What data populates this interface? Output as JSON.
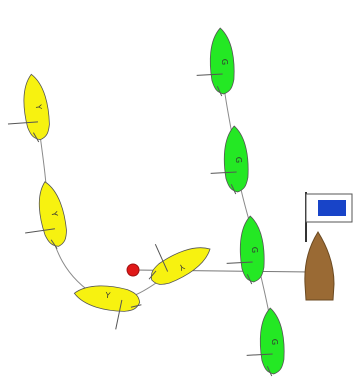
{
  "colors": {
    "yellow_boat": "#f7f210",
    "green_boat": "#24e824",
    "committee_boat": "#9a6a34",
    "flag_blue": "#1844c8",
    "mark": "#e01818",
    "wake_line": "#8a8a8a",
    "rig_line": "#555555"
  },
  "boats": {
    "yellow": [
      {
        "id": "y1",
        "letter": "Y"
      },
      {
        "id": "y2",
        "letter": "Y"
      },
      {
        "id": "y3",
        "letter": "Y"
      },
      {
        "id": "y4",
        "letter": "Y"
      }
    ],
    "green": [
      {
        "id": "g1",
        "letter": "G"
      },
      {
        "id": "g2",
        "letter": "G"
      },
      {
        "id": "g3",
        "letter": "G"
      },
      {
        "id": "g4",
        "letter": "G"
      }
    ]
  },
  "committee_boat": {
    "flag": "blue-flag-icon"
  },
  "mark": {
    "icon": "red-mark-buoy-icon"
  }
}
